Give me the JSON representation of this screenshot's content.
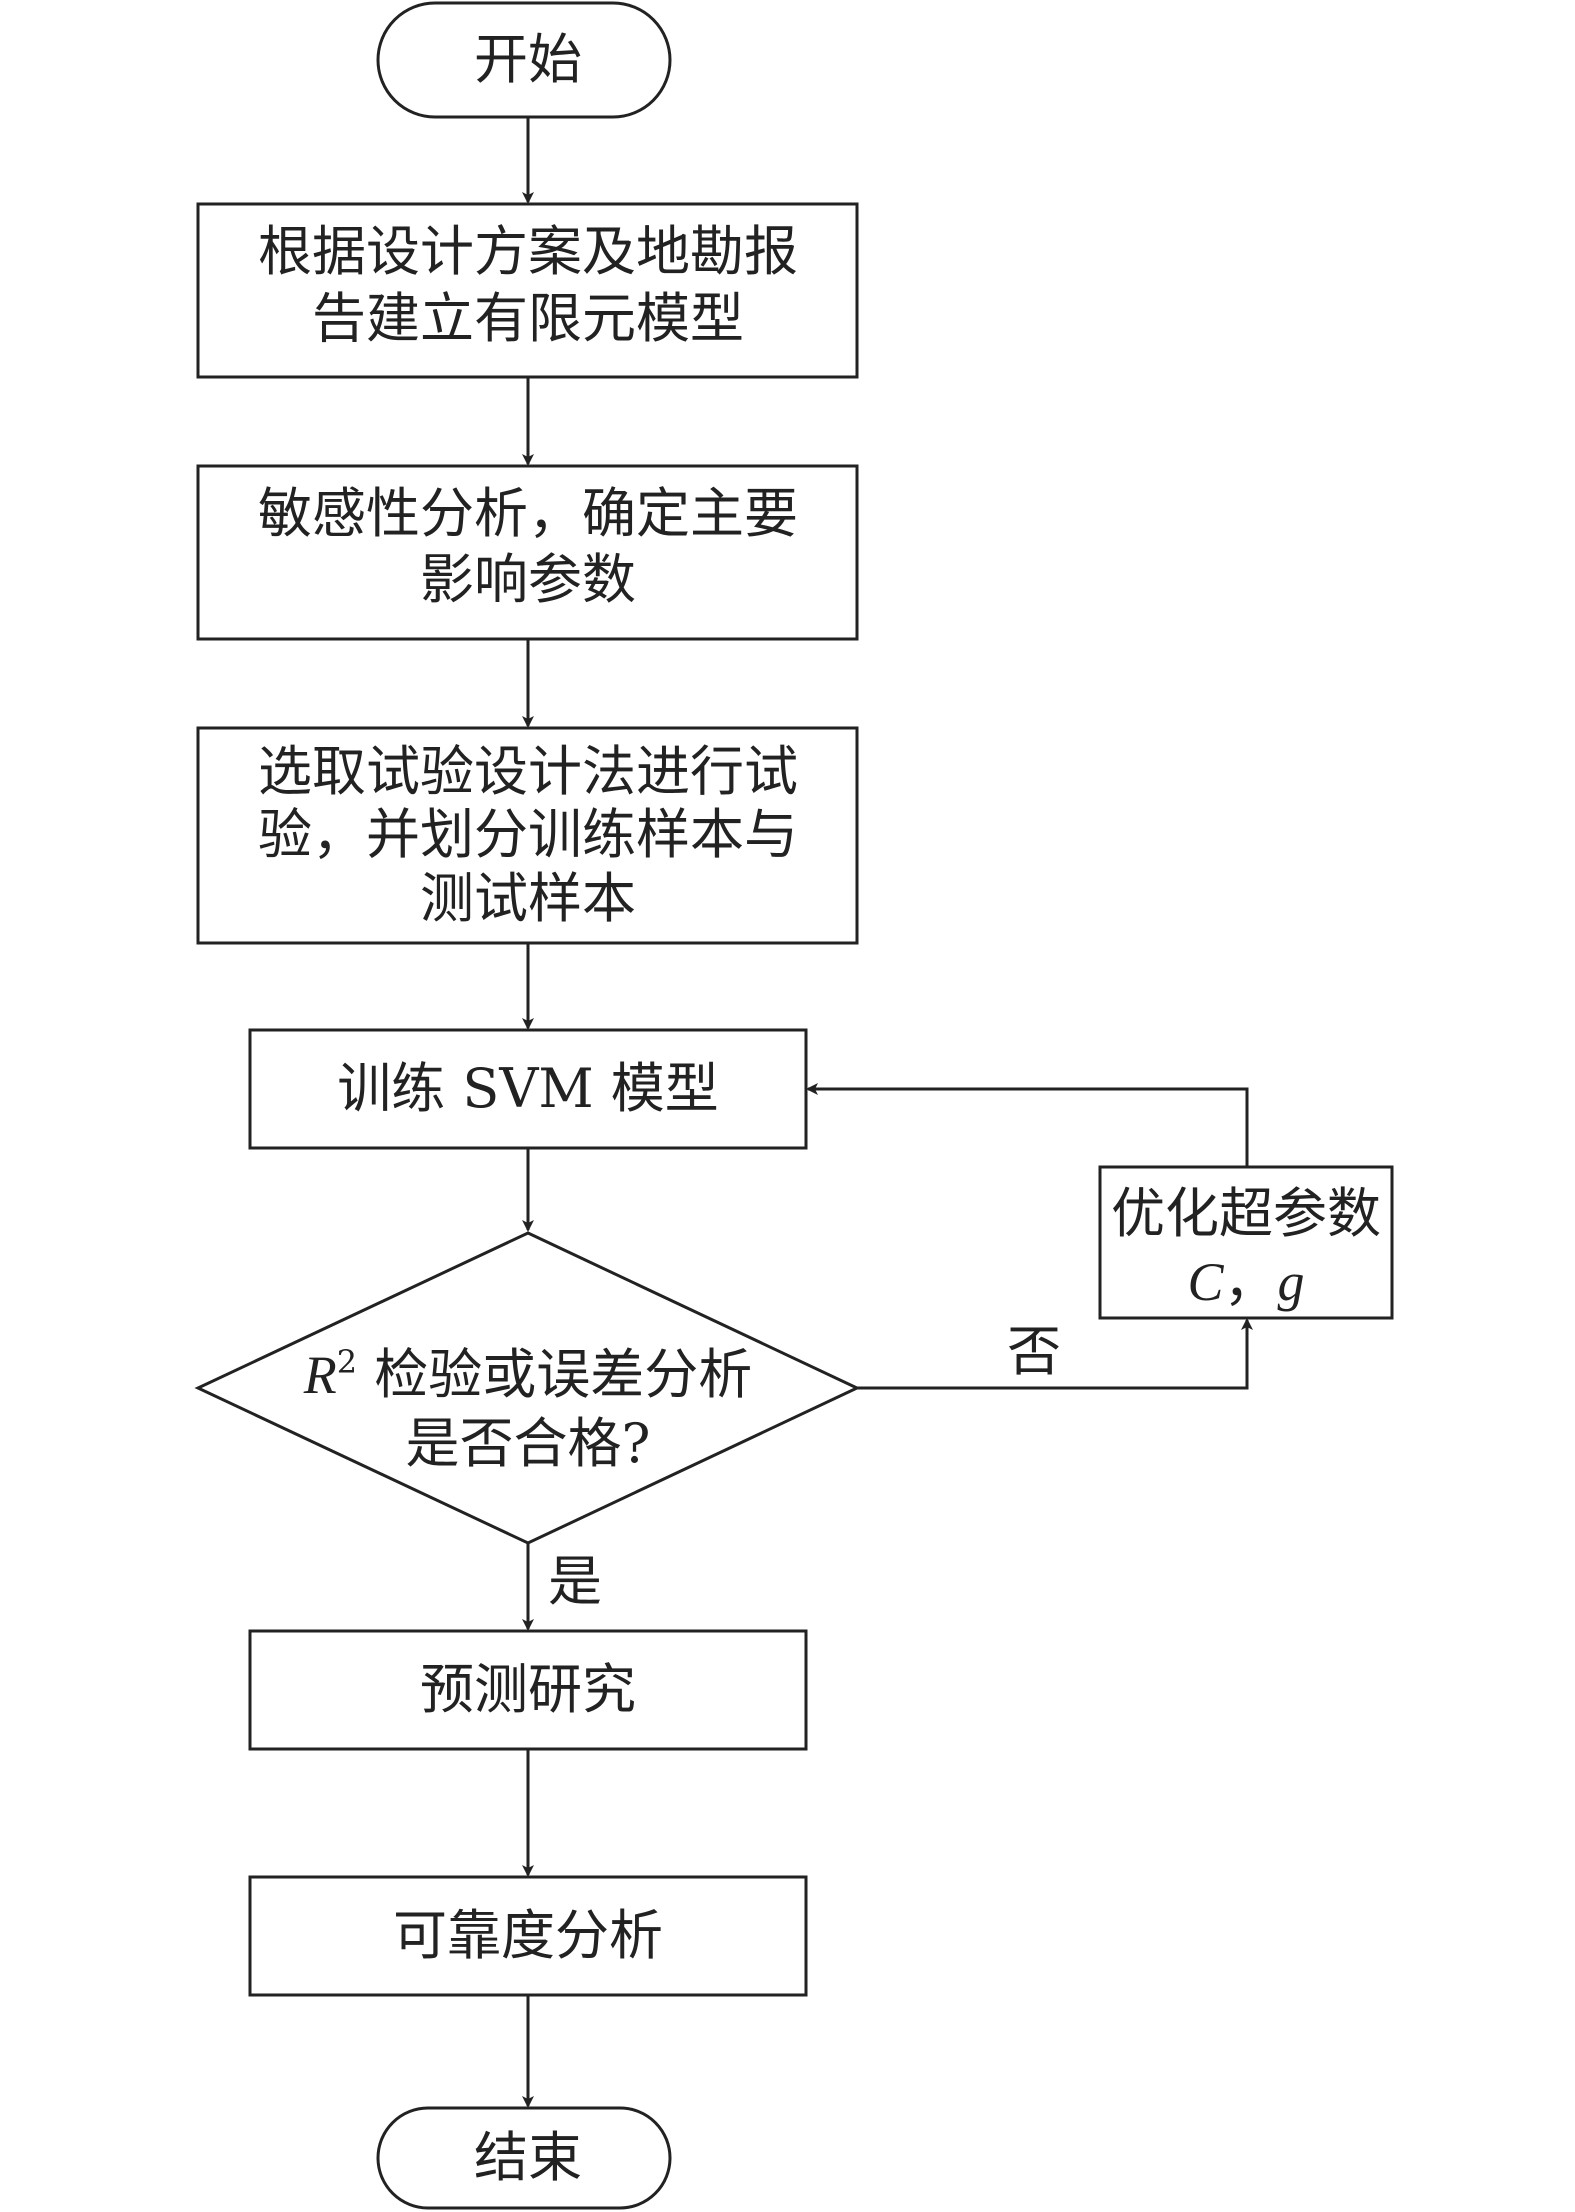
{
  "nodes": {
    "start": "开始",
    "build_model": [
      "根据设计方案及地勘报",
      "告建立有限元模型"
    ],
    "sensitivity": [
      "敏感性分析，确定主要",
      "影响参数"
    ],
    "experiment": [
      "选取试验设计法进行试",
      "验，并划分训练样本与",
      "测试样本"
    ],
    "train_svm": "训练 SVM 模型",
    "check": {
      "r_symbol": "R",
      "superscript": "2",
      "line1_rest": " 检验或误差分析",
      "line2": "是否合格?"
    },
    "optimize": {
      "line1": "优化超参数",
      "c": "C",
      "sep": "，",
      "g": "g"
    },
    "predict": "预测研究",
    "reliability": "可靠度分析",
    "end": "结束"
  },
  "edges": {
    "no_label": "否",
    "yes_label": "是"
  }
}
